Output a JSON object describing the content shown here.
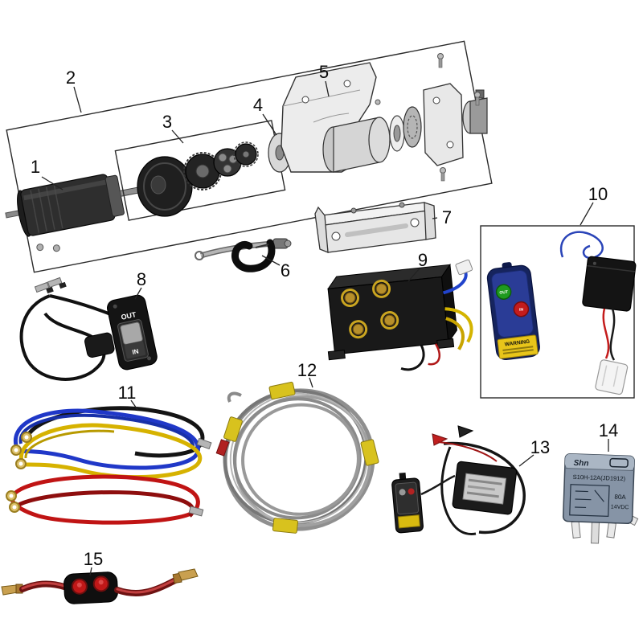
{
  "diagram": {
    "callouts": [
      "1",
      "2",
      "3",
      "4",
      "5",
      "6",
      "7",
      "8",
      "9",
      "10",
      "11",
      "12",
      "13",
      "14",
      "15"
    ],
    "labels": {
      "switch_out": "OUT",
      "switch_in": "IN",
      "remote_out": "OUT",
      "remote_in": "IN",
      "warning_title": "WARNING",
      "relay_brand": "Shn",
      "relay_model": "S10H-12A(JD1912)",
      "relay_amp": "80A",
      "relay_volt": "14VDC"
    }
  }
}
